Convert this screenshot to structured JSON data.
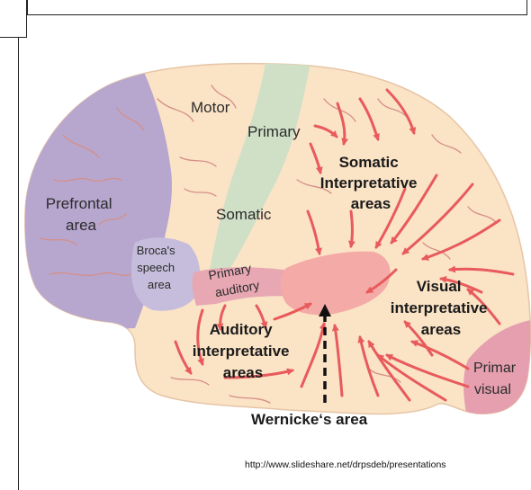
{
  "diagram": {
    "labels": {
      "prefrontal": [
        "Prefrontal",
        "area"
      ],
      "motor": "Motor",
      "primary_top": "Primary",
      "somatic": "Somatic",
      "somatic_interp": [
        "Somatic",
        "Interpretative",
        "areas"
      ],
      "broca": [
        "Broca's",
        "speech",
        "area"
      ],
      "primary_auditory": [
        "Primary",
        "auditory"
      ],
      "auditory_interp": [
        "Auditory",
        "interpretative",
        "areas"
      ],
      "visual_interp": [
        "Visual",
        "interpretative",
        "areas"
      ],
      "primary_visual": [
        "Primar",
        "visual"
      ],
      "wernicke": "Wernicke‘s area"
    },
    "colors": {
      "brain_base": "#fbe3c6",
      "prefrontal": "#b7a7cf",
      "motor_strip": "#cfe0c7",
      "broca": "#c5bddb",
      "auditory_band": "#e7a8b4",
      "wernicke": "#f4aaa6",
      "primary_visual": "#e59fae",
      "arrow": "#e85a5c",
      "sulci": "#d48f86"
    }
  },
  "source_url": "http://www.slideshare.net/drpsdeb/presentations"
}
